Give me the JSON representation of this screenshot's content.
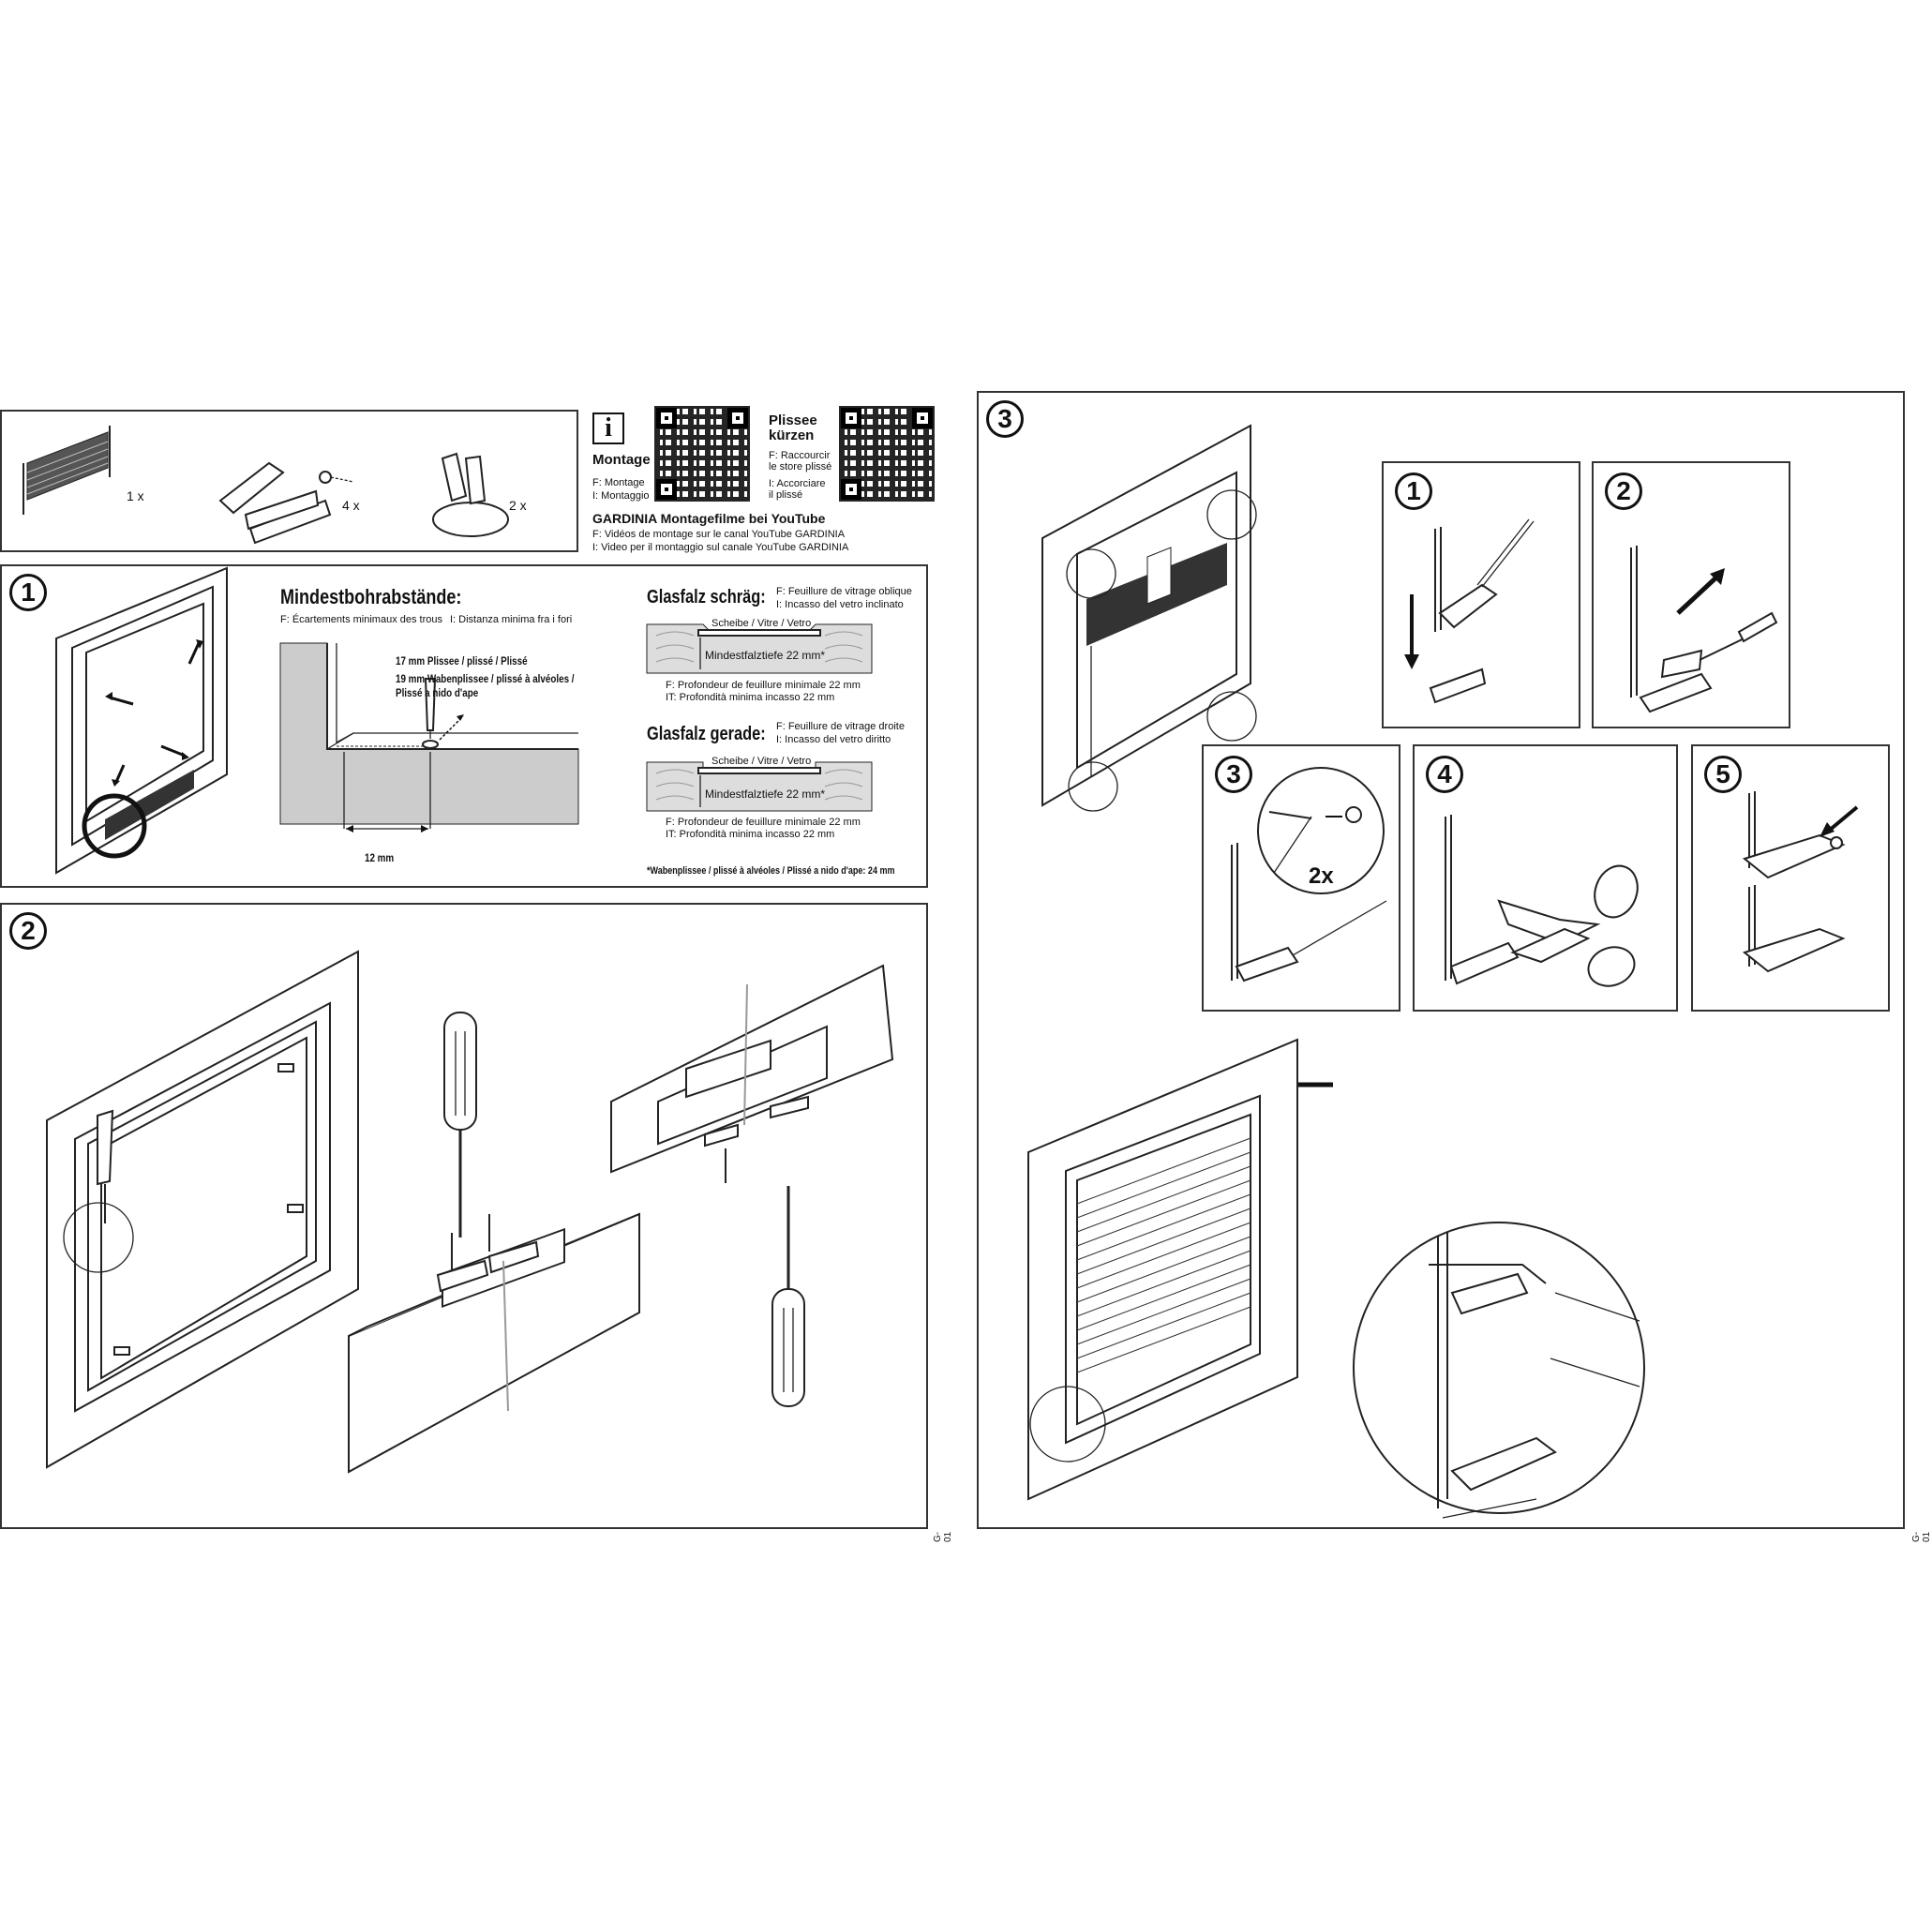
{
  "parts": {
    "blind_qty": "1 x",
    "bracket_qty": "4 x",
    "clip_qty": "2 x"
  },
  "info": {
    "montage_title": "Montage",
    "montage_fr": "F: Montage",
    "montage_it": "I: Montaggio",
    "kuerzen_title_1": "Plissee",
    "kuerzen_title_2": "kürzen",
    "kuerzen_fr_1": "F: Raccourcir",
    "kuerzen_fr_2": "le store plissé",
    "kuerzen_it_1": "I: Accorciare",
    "kuerzen_it_2": "il plissé",
    "youtube_title": "GARDINIA Montagefilme bei YouTube",
    "youtube_fr": "F: Vidéos de montage sur le canal YouTube GARDINIA",
    "youtube_it": "I: Video per il montaggio sul canale YouTube GARDINIA"
  },
  "step1": {
    "number": "1",
    "title": "Mindestbohrabstände:",
    "subtitle_fr": "F: Écartements minimaux des trous",
    "subtitle_it": "I: Distanza minima fra i fori",
    "label_17": "17 mm Plissee / plissé / Plissé",
    "label_19a": "19 mm Wabenplissee / plissé à alvéoles /",
    "label_19b": "Plissé a nido d'ape",
    "dim_12": "12 mm",
    "schraeg_title": "Glasfalz schräg:",
    "schraeg_fr": "F: Feuillure de vitrage oblique",
    "schraeg_it": "I: Incasso del vetro inclinato",
    "gerade_title": "Glasfalz gerade:",
    "gerade_fr": "F: Feuillure de vitrage droite",
    "gerade_it": "I: Incasso del vetro diritto",
    "scheibe": "Scheibe / Vitre / Vetro",
    "falztiefe": "Mindestfalztiefe 22 mm*",
    "profondeur": "F: Profondeur de feuillure minimale 22 mm",
    "profondita": "IT: Profondità minima incasso 22 mm",
    "footnote": "*Wabenplissee / plissé à alvéoles / Plissé a nido d'ape: 24 mm"
  },
  "step2": {
    "number": "2",
    "code": "G-01"
  },
  "step3": {
    "number": "3",
    "sub_numbers": [
      "1",
      "2",
      "3",
      "4",
      "5"
    ],
    "times": "2x",
    "code": "G-01"
  }
}
